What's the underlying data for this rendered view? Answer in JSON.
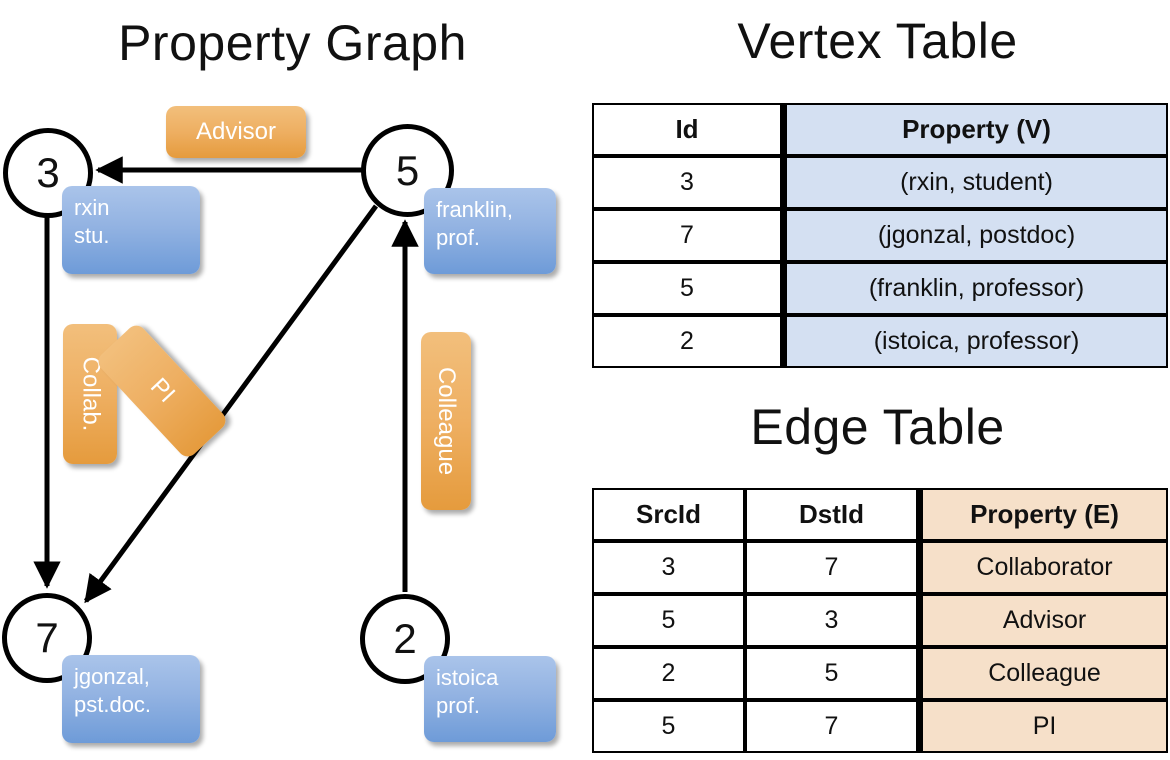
{
  "titles": {
    "property_graph": "Property Graph",
    "vertex_table": "Vertex Table",
    "edge_table": "Edge Table"
  },
  "graph": {
    "vertices": [
      {
        "id": "3",
        "property": "rxin\nstu."
      },
      {
        "id": "5",
        "property": "franklin,\nprof."
      },
      {
        "id": "7",
        "property": "jgonzal,\npst.doc."
      },
      {
        "id": "2",
        "property": "istoica\nprof."
      }
    ],
    "vertex_labels": {
      "v3": "3",
      "v5": "5",
      "v7": "7",
      "v2": "2"
    },
    "property_boxes": {
      "rxin_line1": "rxin",
      "rxin_line2": "stu.",
      "franklin_line1": "franklin,",
      "franklin_line2": "prof.",
      "jgonzal_line1": "jgonzal,",
      "jgonzal_line2": "pst.doc.",
      "istoica_line1": "istoica",
      "istoica_line2": "prof."
    },
    "edge_labels": {
      "advisor": "Advisor",
      "collab": "Collab.",
      "pi": "PI",
      "colleague": "Colleague"
    },
    "edges": [
      {
        "from": "5",
        "to": "3",
        "label": "Advisor"
      },
      {
        "from": "3",
        "to": "7",
        "label": "Collab."
      },
      {
        "from": "5",
        "to": "7",
        "label": "PI"
      },
      {
        "from": "2",
        "to": "5",
        "label": "Colleague"
      }
    ]
  },
  "vertex_table": {
    "headers": [
      "Id",
      "Property (V)"
    ],
    "rows": [
      {
        "id": "3",
        "property": "(rxin, student)"
      },
      {
        "id": "7",
        "property": "(jgonzal, postdoc)"
      },
      {
        "id": "5",
        "property": "(franklin, professor)"
      },
      {
        "id": "2",
        "property": "(istoica, professor)"
      }
    ]
  },
  "edge_table": {
    "headers": [
      "SrcId",
      "DstId",
      "Property (E)"
    ],
    "rows": [
      {
        "src": "3",
        "dst": "7",
        "property": "Collaborator"
      },
      {
        "src": "5",
        "dst": "3",
        "property": "Advisor"
      },
      {
        "src": "2",
        "dst": "5",
        "property": "Colleague"
      },
      {
        "src": "5",
        "dst": "7",
        "property": "PI"
      }
    ]
  },
  "colors": {
    "vertex_fill": "#ffffff",
    "vertex_stroke": "#000000",
    "property_box_blue": "#8fb3e2",
    "edge_label_orange": "#eeaf62",
    "table_blue_cell": "#d4e0f2",
    "table_peach_cell": "#f6e0c9"
  }
}
